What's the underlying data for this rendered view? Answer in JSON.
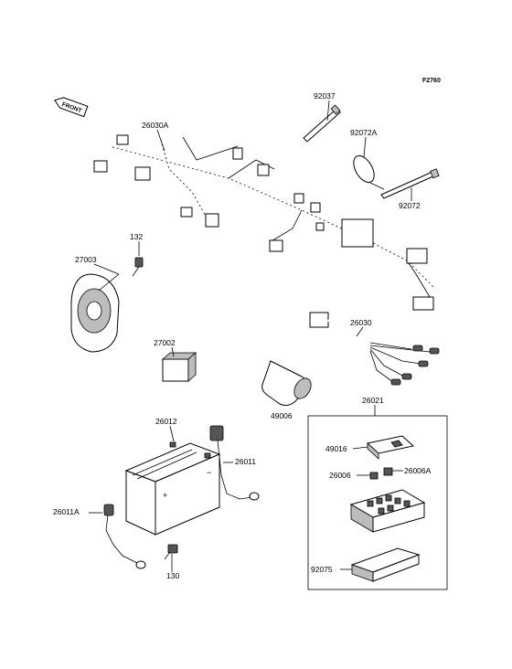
{
  "diagram_code": "F2760",
  "front_badge": "FRONT",
  "parts": {
    "tie_92037": "92037",
    "clamp_92072A": "92072A",
    "tie_92072": "92072",
    "harness_26030A": "26030A",
    "bolt_132": "132",
    "horn_27003": "27003",
    "relay_27002": "27002",
    "harness_26030": "26030",
    "cap_49006": "49006",
    "junction_26021": "26021",
    "cover_49016": "49016",
    "fuse_26006": "26006",
    "fuse_26006A": "26006A",
    "case_92075": "92075",
    "battery_26012": "26012",
    "lead_26011": "26011",
    "lead_26011A": "26011A",
    "bolt_130": "130"
  }
}
